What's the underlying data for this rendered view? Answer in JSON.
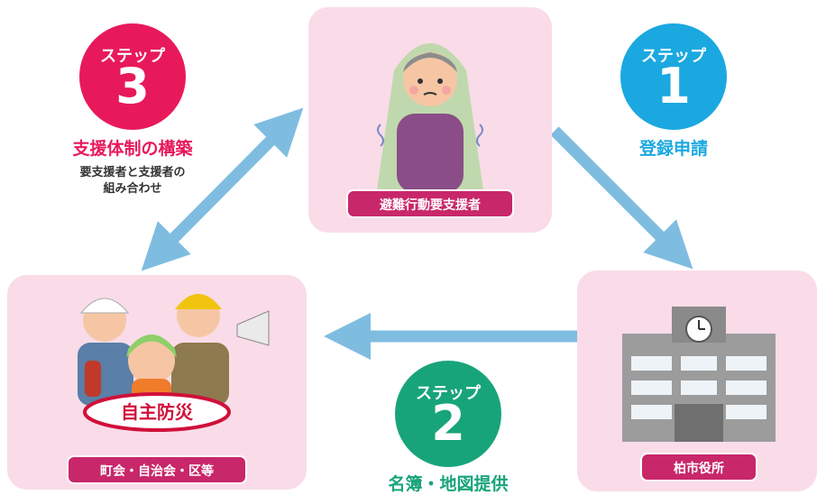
{
  "center": {
    "label": "避難行動要支援者"
  },
  "city": {
    "label": "柏市役所"
  },
  "community": {
    "label": "町会・自治会・区等",
    "badge": "自主防災"
  },
  "step1": {
    "word": "ステップ",
    "number": "1",
    "caption": "登録申請",
    "color": "#1ba8e0"
  },
  "step2": {
    "word": "ステップ",
    "number": "2",
    "caption": "名簿・地図提供",
    "color": "#18a47a"
  },
  "step3": {
    "word": "ステップ",
    "number": "3",
    "caption": "支援体制の構築",
    "sub_line1": "要支援者と支援者の",
    "sub_line2": "組み合わせ",
    "color": "#e8195a"
  },
  "colors": {
    "card": "#f9dce8",
    "label": "#c8276a",
    "arrow": "#7fbde0",
    "badge_ring": "#d0103a"
  },
  "icons": [
    "elderly-person-icon",
    "city-hall-icon",
    "volunteers-icon",
    "megaphone-icon",
    "fire-extinguisher-icon"
  ]
}
